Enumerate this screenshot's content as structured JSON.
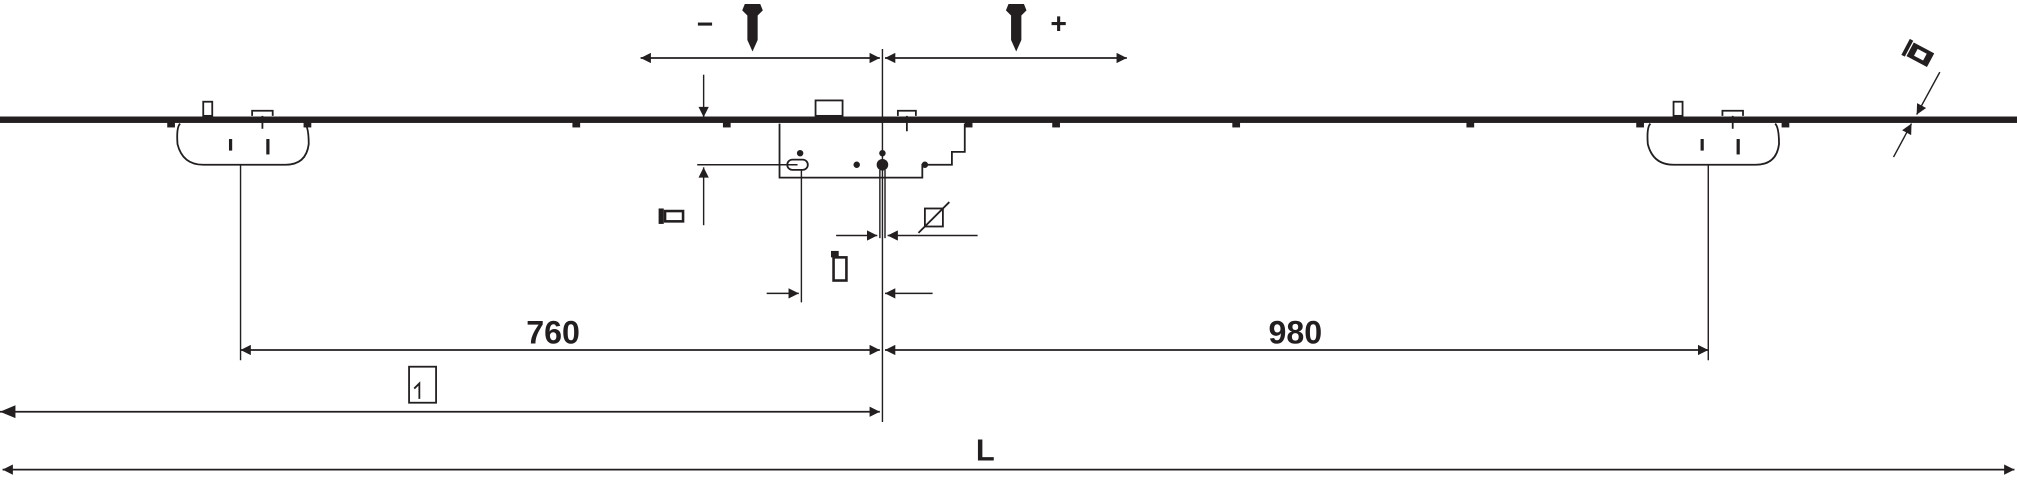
{
  "diagram": {
    "adjust_minus": "−",
    "adjust_plus": "+",
    "dim_left_keeper": "760",
    "dim_right_keeper": "980",
    "dim_total": "L"
  },
  "colors": {
    "ink": "#231f20",
    "background": "#ffffff"
  }
}
